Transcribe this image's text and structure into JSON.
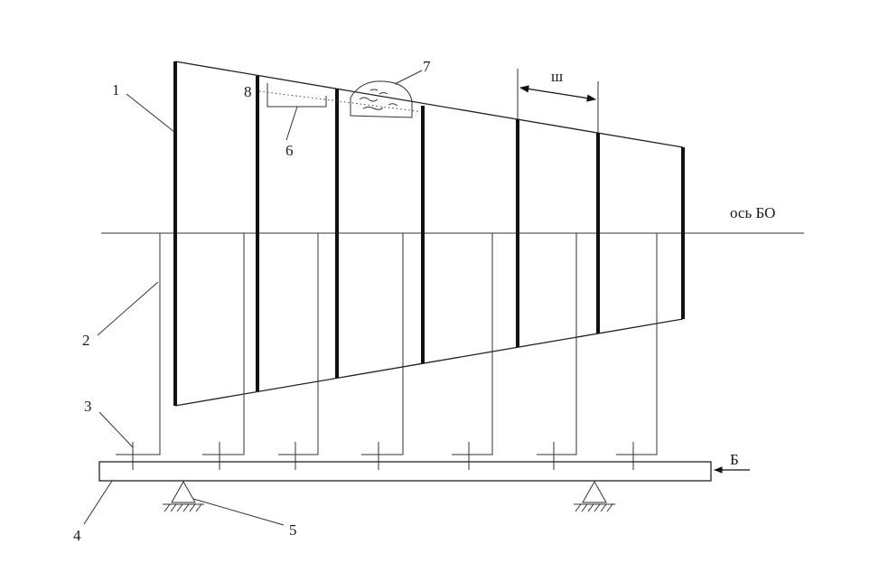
{
  "labels": {
    "n1": "1",
    "n2": "2",
    "n3": "3",
    "n4": "4",
    "n5": "5",
    "n6": "6",
    "n7": "7",
    "n8": "8",
    "shag": "ш",
    "axis": "ось БО",
    "direction": "Б"
  }
}
